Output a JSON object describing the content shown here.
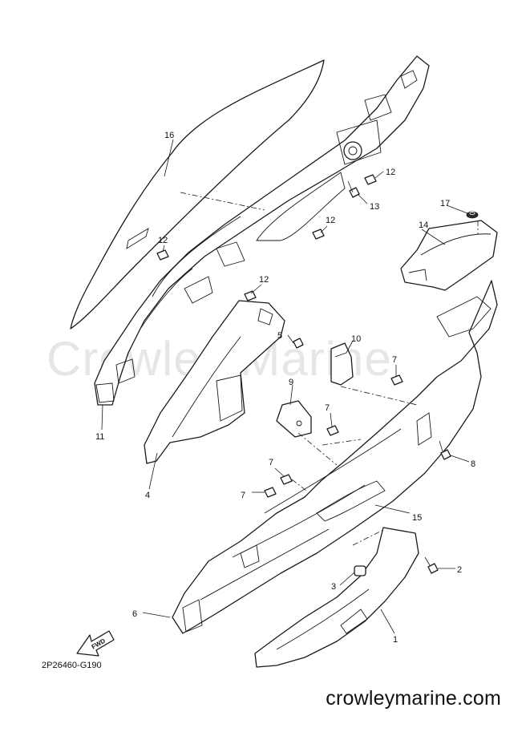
{
  "diagram": {
    "callouts": [
      "1",
      "2",
      "3",
      "4",
      "5",
      "6",
      "7",
      "7",
      "7",
      "7",
      "8",
      "9",
      "10",
      "11",
      "12",
      "12",
      "12",
      "12",
      "13",
      "14",
      "15",
      "16",
      "17"
    ],
    "fwd_label": "FWD",
    "watermark": "Crowley Marine",
    "drawing_code": "2P26460-G190",
    "site": "crowleymarine.com"
  }
}
